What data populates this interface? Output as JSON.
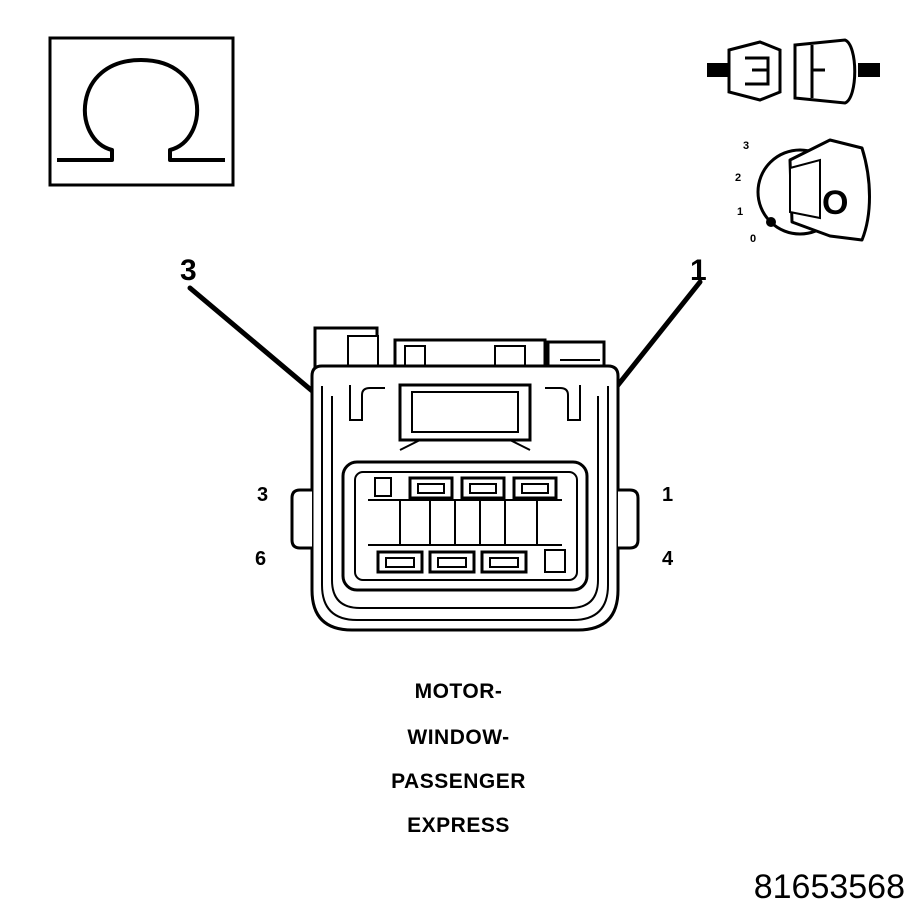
{
  "diagram": {
    "callouts": {
      "left": "3",
      "right": "1"
    },
    "cavities": {
      "top_left": "3",
      "top_right": "1",
      "bottom_left": "6",
      "bottom_right": "4"
    },
    "title_lines": [
      "MOTOR-",
      "WINDOW-",
      "PASSENGER",
      "EXPRESS"
    ],
    "figure_number": "81653568",
    "ignition_positions": [
      "3",
      "2",
      "1",
      "0"
    ],
    "key_label": "O",
    "icons": [
      "ohm-meter-icon",
      "connector-disconnected-icon",
      "ignition-key-off-icon"
    ]
  }
}
